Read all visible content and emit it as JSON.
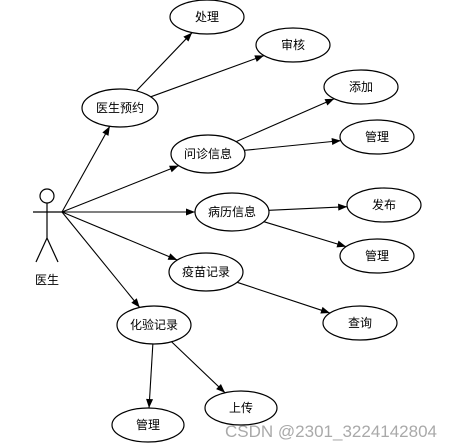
{
  "actor": {
    "name": "医生"
  },
  "nodes": {
    "appointment": "医生预约",
    "handle": "处理",
    "review": "审核",
    "consult_info": "问诊信息",
    "consult_add": "添加",
    "consult_manage": "管理",
    "record_info": "病历信息",
    "record_publish": "发布",
    "record_manage": "管理",
    "vaccine": "疫苗记录",
    "vaccine_query": "查询",
    "lab": "化验记录",
    "lab_manage": "管理",
    "lab_upload": "上传"
  },
  "edges": [
    [
      "actor",
      "appointment"
    ],
    [
      "actor",
      "consult_info"
    ],
    [
      "actor",
      "record_info"
    ],
    [
      "actor",
      "vaccine"
    ],
    [
      "actor",
      "lab"
    ],
    [
      "appointment",
      "handle"
    ],
    [
      "appointment",
      "review"
    ],
    [
      "consult_info",
      "consult_add"
    ],
    [
      "consult_info",
      "consult_manage"
    ],
    [
      "record_info",
      "record_publish"
    ],
    [
      "record_info",
      "record_manage"
    ],
    [
      "vaccine",
      "vaccine_query"
    ],
    [
      "lab",
      "lab_manage"
    ],
    [
      "lab",
      "lab_upload"
    ]
  ],
  "watermark": "CSDN @2301_3224142804"
}
